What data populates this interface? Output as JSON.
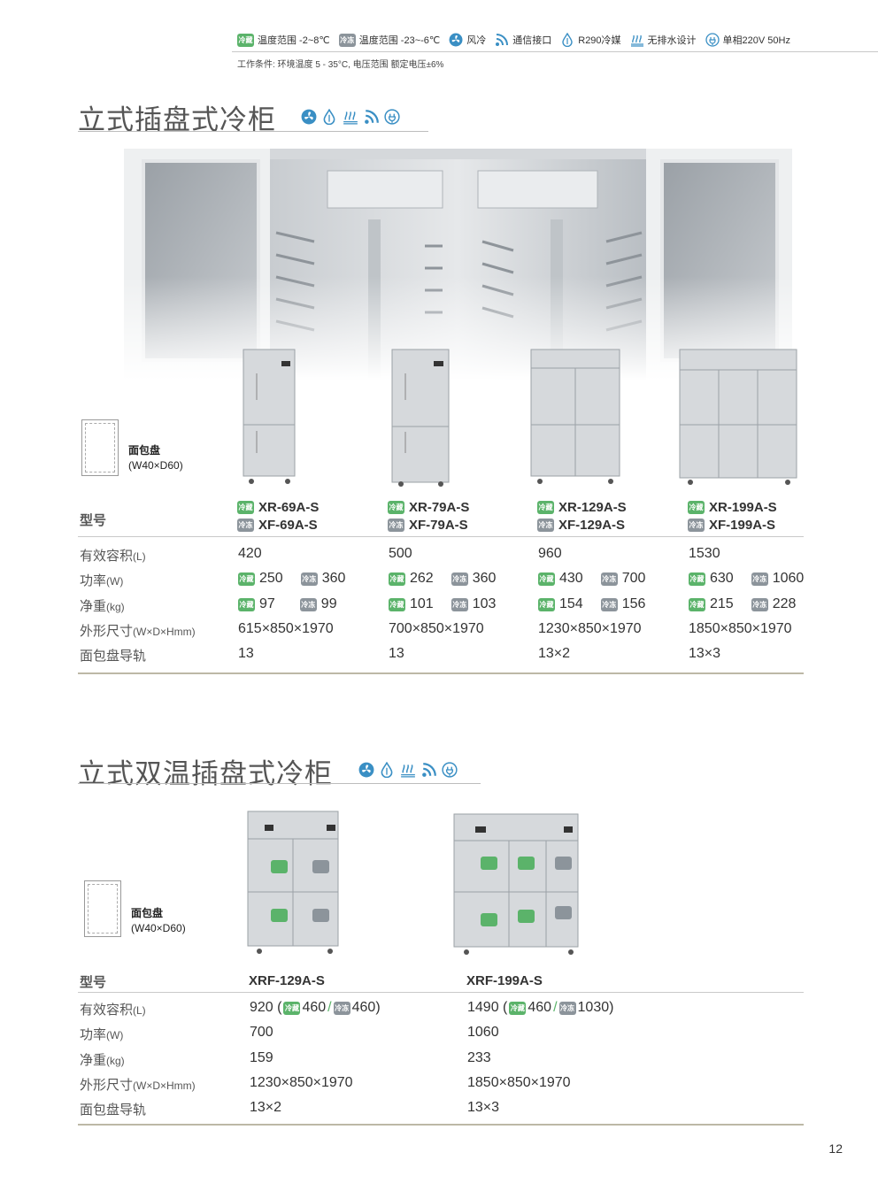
{
  "badges": {
    "cold": "冷藏",
    "freeze": "冷冻"
  },
  "legend": {
    "cold_range": "温度范围 -2~8℃",
    "freeze_range": "温度范围 -23~-6℃",
    "air": "风冷",
    "comm": "通信接口",
    "refrigerant": "R290冷媒",
    "no_drain": "无排水设计",
    "power": "单相220V 50Hz"
  },
  "conditions": "工作条件: 环境温度 5 - 35°C, 电压范围 额定电压±6%",
  "section1": {
    "title": "立式插盘式冷柜",
    "tray": {
      "name": "面包盘",
      "size": "(W40×D60)"
    },
    "labels": {
      "model": "型号",
      "capacity": "有效容积",
      "capacity_unit": "(L)",
      "power": "功率",
      "power_unit": "(W)",
      "weight": "净重",
      "weight_unit": "(kg)",
      "dims": "外形尺寸",
      "dims_unit": "(W×D×Hmm)",
      "rails": "面包盘导轨"
    },
    "models": [
      {
        "r": "XR-69A-S",
        "f": "XF-69A-S",
        "capacity": "420",
        "power_r": "250",
        "power_f": "360",
        "weight_r": "97",
        "weight_f": "99",
        "dims": "615×850×1970",
        "rails": "13"
      },
      {
        "r": "XR-79A-S",
        "f": "XF-79A-S",
        "capacity": "500",
        "power_r": "262",
        "power_f": "360",
        "weight_r": "101",
        "weight_f": "103",
        "dims": "700×850×1970",
        "rails": "13"
      },
      {
        "r": "XR-129A-S",
        "f": "XF-129A-S",
        "capacity": "960",
        "power_r": "430",
        "power_f": "700",
        "weight_r": "154",
        "weight_f": "156",
        "dims": "1230×850×1970",
        "rails": "13×2"
      },
      {
        "r": "XR-199A-S",
        "f": "XF-199A-S",
        "capacity": "1530",
        "power_r": "630",
        "power_f": "1060",
        "weight_r": "215",
        "weight_f": "228",
        "dims": "1850×850×1970",
        "rails": "13×3"
      }
    ]
  },
  "section2": {
    "title": "立式双温插盘式冷柜",
    "tray": {
      "name": "面包盘",
      "size": "(W40×D60)"
    },
    "labels": {
      "model": "型号",
      "capacity": "有效容积",
      "capacity_unit": "(L)",
      "power": "功率",
      "power_unit": "(W)",
      "weight": "净重",
      "weight_unit": "(kg)",
      "dims": "外形尺寸",
      "dims_unit": "(W×D×Hmm)",
      "rails": "面包盘导轨"
    },
    "models": [
      {
        "name": "XRF-129A-S",
        "cap_total": "920 (",
        "cap_r": "460",
        "slash": "/",
        "cap_f": "460)",
        "power": "700",
        "weight": "159",
        "dims": "1230×850×1970",
        "rails": "13×2"
      },
      {
        "name": "XRF-199A-S",
        "cap_total": "1490 (",
        "cap_r": "460",
        "slash": "/",
        "cap_f": "1030)",
        "power": "1060",
        "weight": "233",
        "dims": "1850×850×1970",
        "rails": "13×3"
      }
    ]
  },
  "page_number": "12",
  "colors": {
    "green": "#5bb36a",
    "grey": "#8c949b",
    "accent_blue": "#3a8fc4",
    "rule": "#bdb8a6"
  }
}
